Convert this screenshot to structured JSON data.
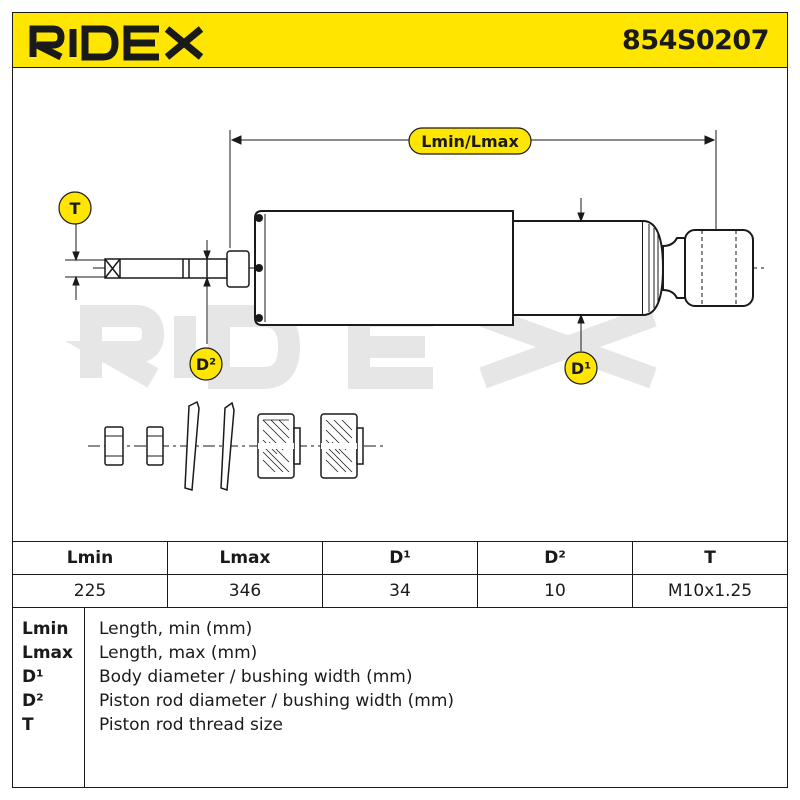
{
  "brand": {
    "logo_text": "RIDEX",
    "part_number": "854S0207",
    "accent_color": "#ffe600"
  },
  "drawing": {
    "dimension_length_label": "Lmin/Lmax",
    "tag_thread": "T",
    "tag_rod_diameter": "D²",
    "tag_body_diameter": "D¹",
    "watermark_text": "RIDEX"
  },
  "table": {
    "headers": [
      "Lmin",
      "Lmax",
      "D¹",
      "D²",
      "T"
    ],
    "values": [
      "225",
      "346",
      "34",
      "10",
      "M10x1.25"
    ]
  },
  "legend": [
    {
      "abbr": "Lmin",
      "desc": "Length, min (mm)"
    },
    {
      "abbr": "Lmax",
      "desc": "Length, max (mm)"
    },
    {
      "abbr": "D¹",
      "desc": "Body diameter / bushing width (mm)"
    },
    {
      "abbr": "D²",
      "desc": "Piston rod diameter / bushing width (mm)"
    },
    {
      "abbr": "T",
      "desc": "Piston rod thread size"
    }
  ]
}
